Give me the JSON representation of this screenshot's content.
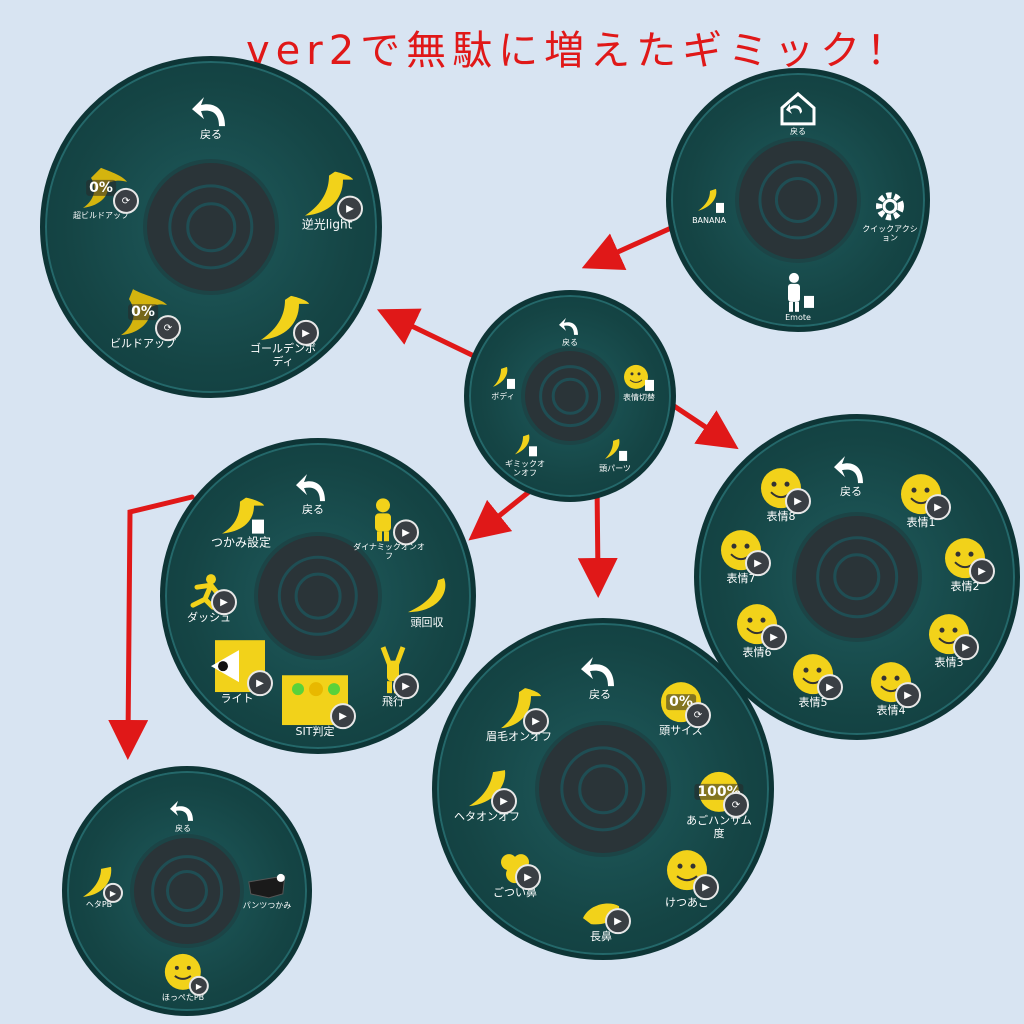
{
  "title": "ver2で無駄に増えたギミック！",
  "colors": {
    "arrow": "#e01818",
    "icon_yellow": "#f2d21a",
    "ring": "#154545"
  },
  "menus": {
    "top_right": {
      "items": [
        {
          "label": "戻る",
          "icon": "home-back-icon"
        },
        {
          "label": "BANANA",
          "icon": "banana-list-icon"
        },
        {
          "label": "クイックアクション",
          "icon": "gear-icon"
        },
        {
          "label": "Emote",
          "icon": "person-list-icon"
        }
      ]
    },
    "center": {
      "items": [
        {
          "label": "戻る",
          "icon": "back-arrow-icon"
        },
        {
          "label": "ボディ",
          "icon": "banana-list-icon"
        },
        {
          "label": "表情切替",
          "icon": "smiley-list-icon"
        },
        {
          "label": "ギミックオンオフ",
          "icon": "banana-list-icon"
        },
        {
          "label": "頭パーツ",
          "icon": "banana-list-icon"
        }
      ]
    },
    "top_left": {
      "items": [
        {
          "label": "戻る",
          "icon": "back-arrow-icon"
        },
        {
          "label": "超ビルドアップ",
          "icon": "banana-reset-icon",
          "value": "0%"
        },
        {
          "label": "逆光light",
          "icon": "banana-play-icon"
        },
        {
          "label": "ビルドアップ",
          "icon": "banana-reset-icon",
          "value": "0%"
        },
        {
          "label": "ゴールデンボディ",
          "icon": "banana-play-icon"
        }
      ]
    },
    "right": {
      "items": [
        {
          "label": "戻る"
        },
        {
          "label": "表情1"
        },
        {
          "label": "表情2"
        },
        {
          "label": "表情3"
        },
        {
          "label": "表情4"
        },
        {
          "label": "表情5"
        },
        {
          "label": "表情6"
        },
        {
          "label": "表情7"
        },
        {
          "label": "表情8"
        }
      ]
    },
    "middle_left": {
      "items": [
        {
          "label": "戻る"
        },
        {
          "label": "つかみ設定"
        },
        {
          "label": "ダイナミックオンオフ"
        },
        {
          "label": "ダッシュ"
        },
        {
          "label": "頭回収"
        },
        {
          "label": "ライト"
        },
        {
          "label": "SIT判定"
        },
        {
          "label": "飛行"
        }
      ]
    },
    "bottom_center": {
      "items": [
        {
          "label": "戻る"
        },
        {
          "label": "眉毛オンオフ"
        },
        {
          "label": "頭サイズ",
          "value": "0%"
        },
        {
          "label": "ヘタオンオフ"
        },
        {
          "label": "あごハンサム度",
          "value": "100%"
        },
        {
          "label": "ごつい鼻"
        },
        {
          "label": "けつあご"
        },
        {
          "label": "長鼻"
        }
      ]
    },
    "bottom_left": {
      "items": [
        {
          "label": "戻る"
        },
        {
          "label": "ヘタPB"
        },
        {
          "label": "パンツつかみ"
        },
        {
          "label": "ほっぺたPB"
        }
      ]
    }
  }
}
